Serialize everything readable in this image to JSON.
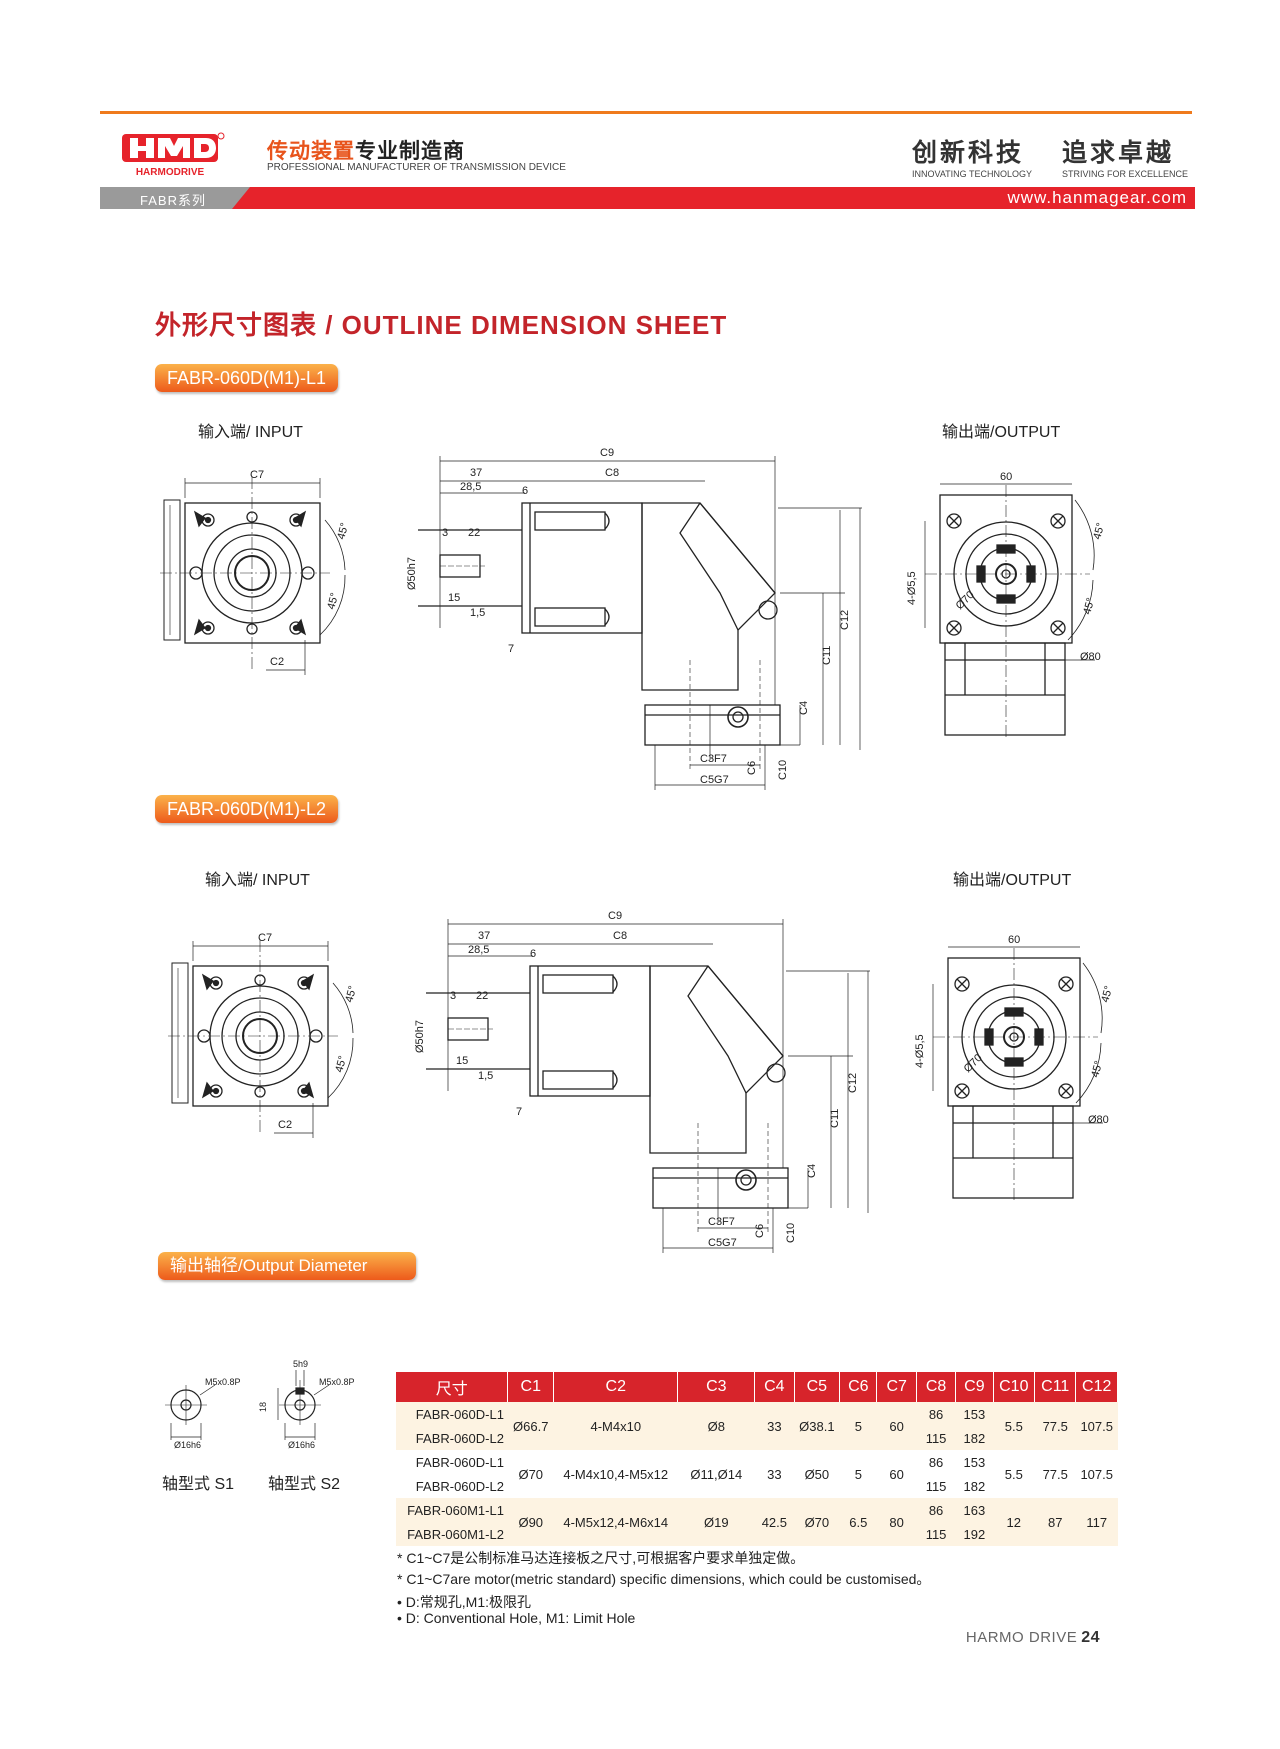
{
  "header": {
    "brand_name": "HARMODRIVE",
    "tagline_cn_part1": "传动装置",
    "tagline_cn_part2": "专业制造商",
    "tagline_en": "PROFESSIONAL MANUFACTURER OF TRANSMISSION DEVICE",
    "slogan1_cn": "创新科技",
    "slogan1_en": "INNOVATING TECHNOLOGY",
    "slogan2_cn": "追求卓越",
    "slogan2_en": "STRIVING FOR EXCELLENCE",
    "series": "FABR系列",
    "website": "www.hanmagear.com",
    "colors": {
      "accent_orange": "#ef7a1c",
      "brand_red": "#e6232b",
      "grey_tab": "#9a9a9a"
    }
  },
  "sheet_title": "外形尺寸图表 / OUTLINE DIMENSION SHEET",
  "sections": [
    {
      "model": "FABR-060D(M1)-L1",
      "input_label": "输入端/ INPUT",
      "output_label": "输出端/OUTPUT"
    },
    {
      "model": "FABR-060D(M1)-L2",
      "input_label": "输入端/ INPUT",
      "output_label": "输出端/OUTPUT"
    }
  ],
  "drawing_labels": {
    "C7": "C7",
    "C2": "C2",
    "C9": "C9",
    "C8": "C8",
    "d37": "37",
    "d28": "28,5",
    "d6": "6",
    "d3": "3",
    "d22": "22",
    "d15": "15",
    "d15b": "1,5",
    "d7": "7",
    "d50": "Ø50h7",
    "C12": "C12",
    "C11": "C11",
    "C4": "C4",
    "C3": "C3F7",
    "C6": "C6",
    "C10": "C10",
    "C5": "C5G7",
    "d60": "60",
    "hole": "4-Ø5,5",
    "d70": "Ø70",
    "d80": "Ø80",
    "a45": "45°"
  },
  "output_diameter": {
    "title": "输出轴径/Output Diameter",
    "key_label": "M5x0.8P",
    "shaft_dia": "Ø16h6",
    "key_width": "5h9",
    "key_height": "18",
    "s1": "轴型式 S1",
    "s2": "轴型式 S2"
  },
  "table": {
    "headers": [
      "尺寸",
      "C1",
      "C2",
      "C3",
      "C4",
      "C5",
      "C6",
      "C7",
      "C8",
      "C9",
      "C10",
      "C11",
      "C12"
    ],
    "groups": [
      {
        "models": [
          "FABR-060D-L1",
          "FABR-060D-L2"
        ],
        "C1": "Ø66.7",
        "C2": "4-M4x10",
        "C3": "Ø8",
        "C4": "33",
        "C5": "Ø38.1",
        "C6": "5",
        "C7": "60",
        "C8": [
          "86",
          "115"
        ],
        "C9": [
          "153",
          "182"
        ],
        "C10": "5.5",
        "C11": "77.5",
        "C12": "107.5"
      },
      {
        "models": [
          "FABR-060D-L1",
          "FABR-060D-L2"
        ],
        "C1": "Ø70",
        "C2": "4-M4x10,4-M5x12",
        "C3": "Ø11,Ø14",
        "C4": "33",
        "C5": "Ø50",
        "C6": "5",
        "C7": "60",
        "C8": [
          "86",
          "115"
        ],
        "C9": [
          "153",
          "182"
        ],
        "C10": "5.5",
        "C11": "77.5",
        "C12": "107.5"
      },
      {
        "models": [
          "FABR-060M1-L1",
          "FABR-060M1-L2"
        ],
        "C1": "Ø90",
        "C2": "4-M5x12,4-M6x14",
        "C3": "Ø19",
        "C4": "42.5",
        "C5": "Ø70",
        "C6": "6.5",
        "C7": "80",
        "C8": [
          "86",
          "115"
        ],
        "C9": [
          "163",
          "192"
        ],
        "C10": "12",
        "C11": "87",
        "C12": "117"
      }
    ]
  },
  "notes": [
    "* C1~C7是公制标准马达连接板之尺寸,可根据客户要求单独定做。",
    "* C1~C7are motor(metric standard)  specific dimensions, which could be customised。",
    "• D:常规孔,M1:极限孔",
    "• D: Conventional Hole, M1: Limit Hole"
  ],
  "footer": {
    "brand": "HARMO DRIVE",
    "page": "24"
  }
}
